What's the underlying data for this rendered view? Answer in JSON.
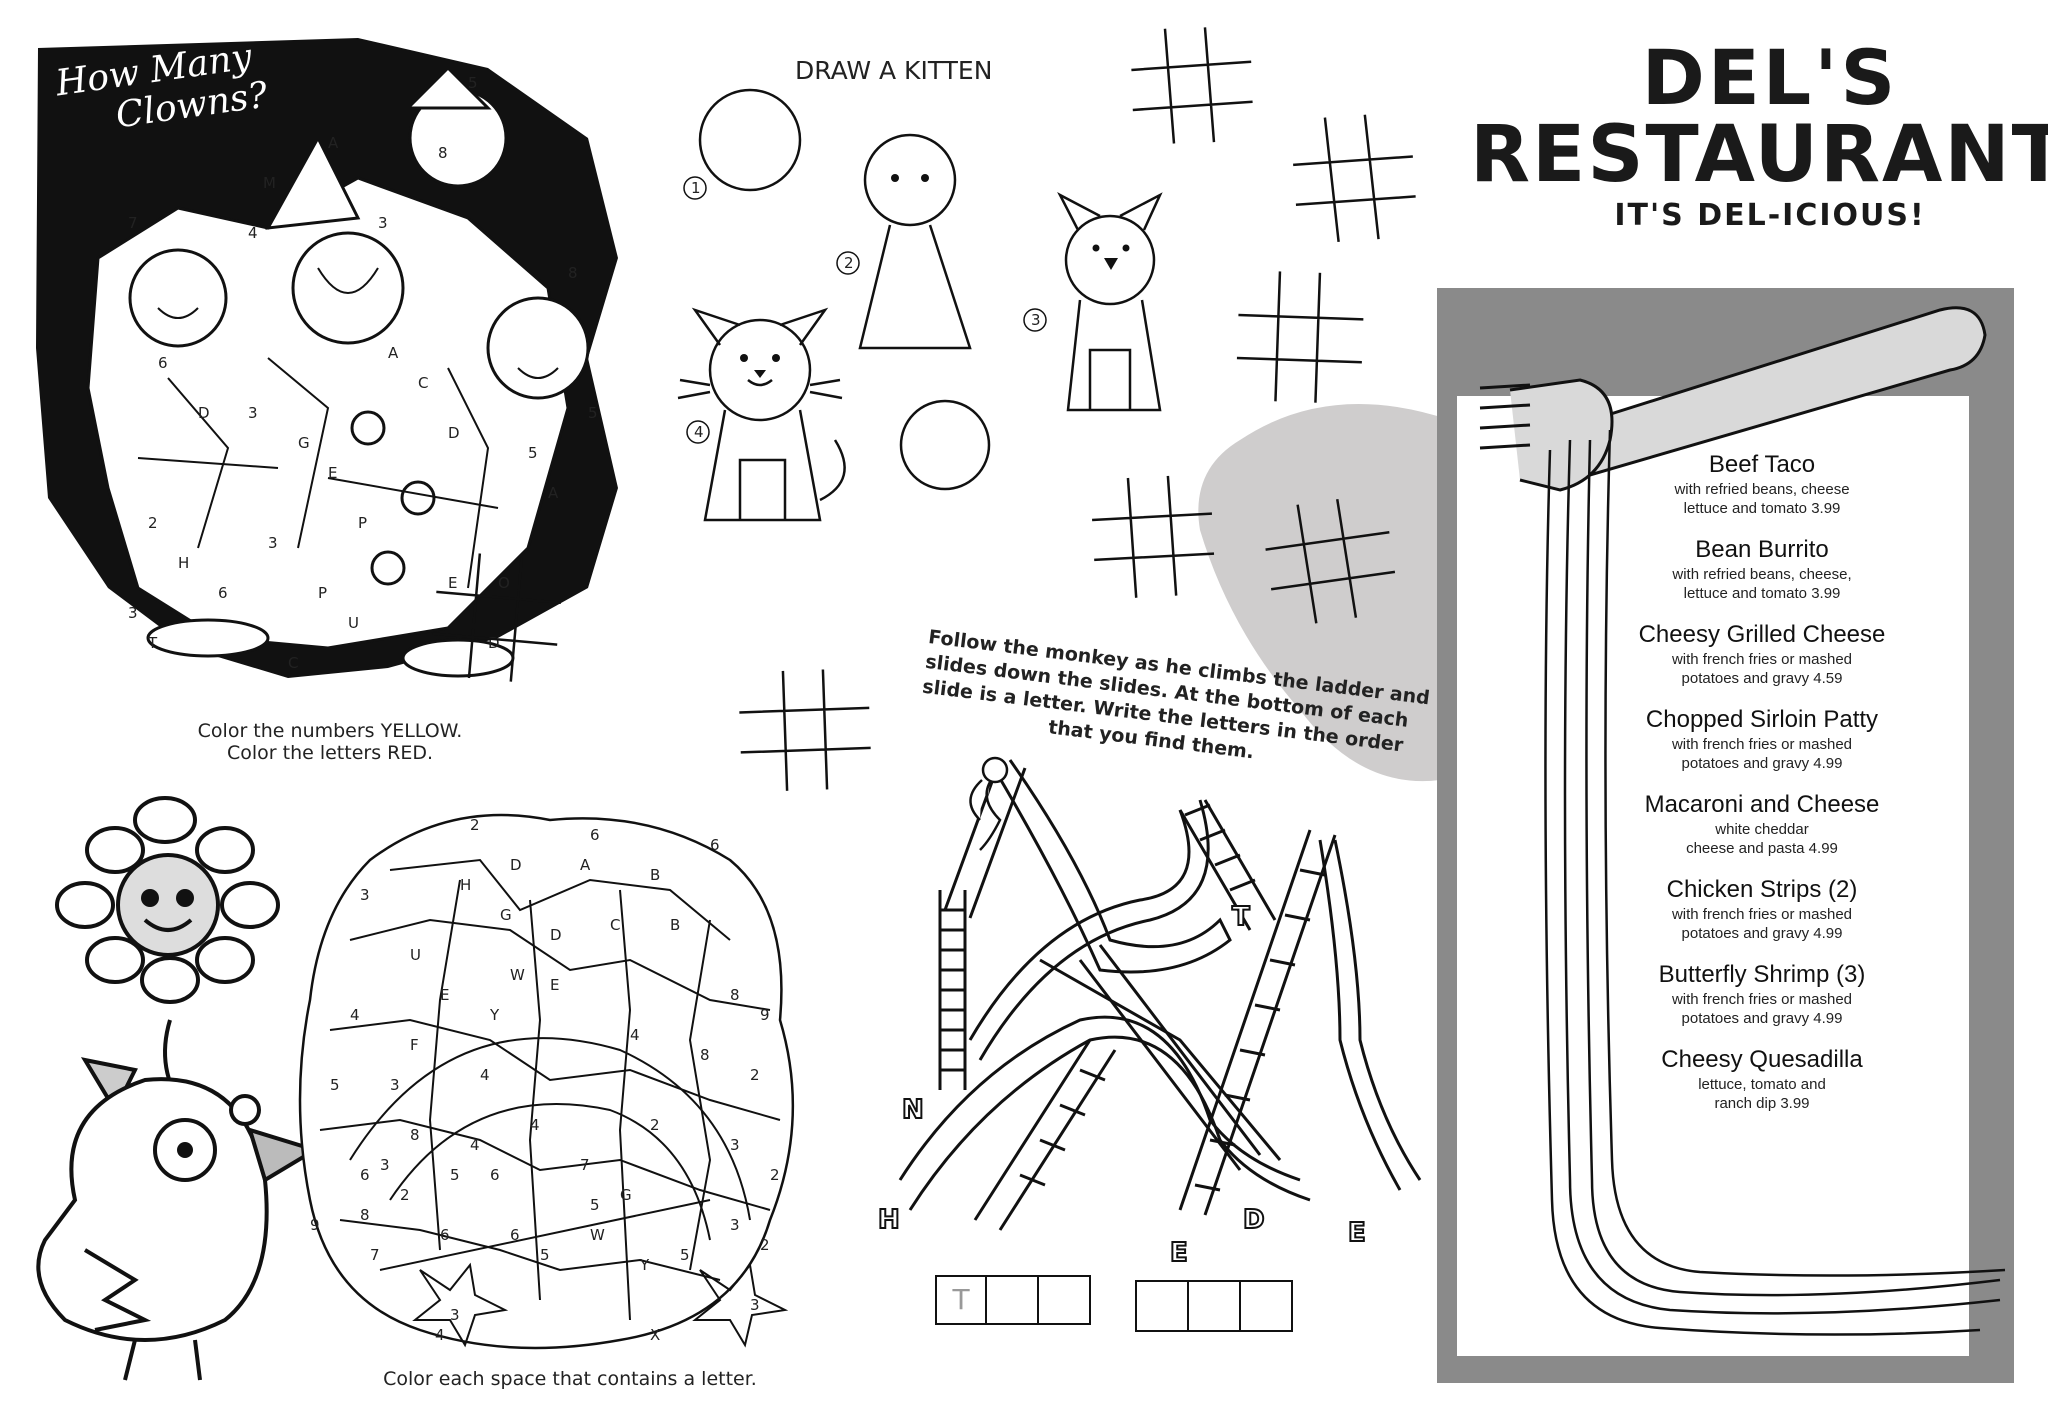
{
  "clowns": {
    "title_line1": "How Many",
    "title_line2": "Clowns?",
    "caption_line1": "Color the numbers YELLOW.",
    "caption_line2": "Color the letters RED."
  },
  "kitten": {
    "title": "DRAW A KITTEN",
    "steps": [
      "1",
      "2",
      "3",
      "4"
    ]
  },
  "letters_puzzle": {
    "caption": "Color each space that contains a letter."
  },
  "monkey": {
    "instructions_line1": "Follow the monkey as he climbs the ladder and",
    "instructions_line2": "slides down the slides. At the bottom of each",
    "instructions_line3": "slide is a letter. Write the letters in the order",
    "instructions_line4": "that you find them.",
    "slide_letters": [
      "N",
      "H",
      "T",
      "E",
      "D",
      "E"
    ],
    "answer_first_box": "T"
  },
  "brand": {
    "name_line1": "DEL'S",
    "name_line2": "RESTAURANT",
    "tagline": "IT'S DEL-ICIOUS!"
  },
  "menu": {
    "items": [
      {
        "name": "Beef Taco",
        "desc": "with refried beans, cheese\nlettuce and tomato 3.99"
      },
      {
        "name": "Bean Burrito",
        "desc": "with refried beans, cheese,\nlettuce and tomato 3.99"
      },
      {
        "name": "Cheesy Grilled Cheese",
        "desc": "with french fries or mashed\npotatoes and gravy 4.59"
      },
      {
        "name": "Chopped Sirloin Patty",
        "desc": "with french fries or mashed\npotatoes and gravy 4.99"
      },
      {
        "name": "Macaroni and Cheese",
        "desc": "white cheddar\ncheese and pasta 4.99"
      },
      {
        "name": "Chicken Strips (2)",
        "desc": "with french fries or mashed\npotatoes and gravy 4.99"
      },
      {
        "name": "Butterfly Shrimp (3)",
        "desc": "with french fries or mashed\npotatoes and gravy 4.99"
      },
      {
        "name": "Cheesy Quesadilla",
        "desc": "lettuce, tomato and\nranch dip 3.99"
      }
    ]
  }
}
